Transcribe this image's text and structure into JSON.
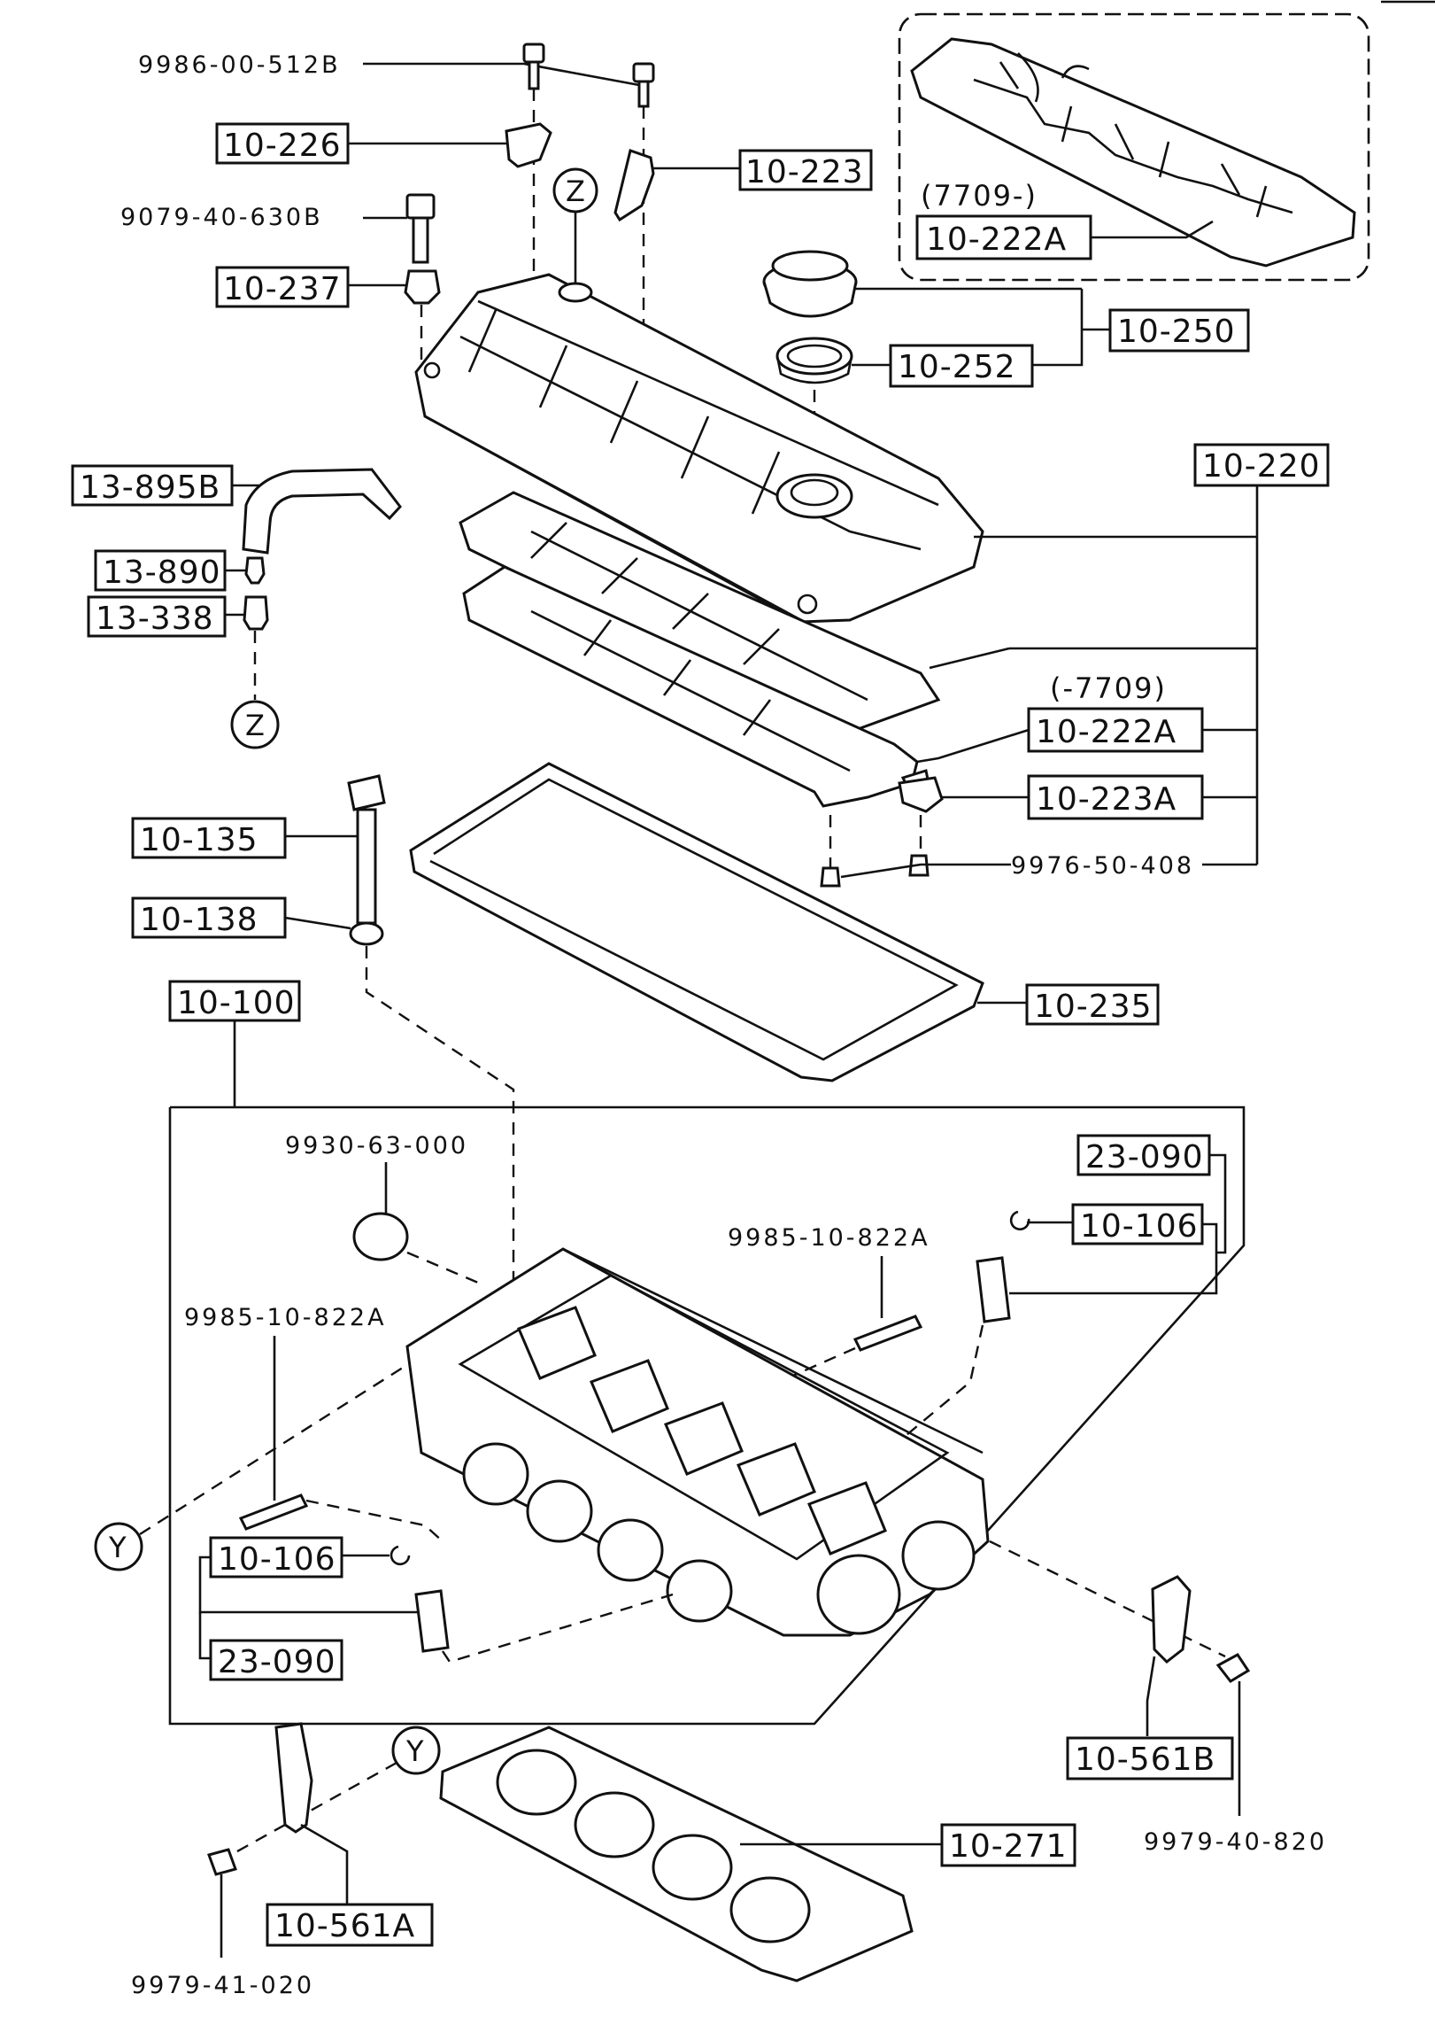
{
  "labels": {
    "bolt_top": "9986-00-512B",
    "bracket_left": "10-226",
    "bracket_right": "10-223",
    "bolt_plug": "9079-40-630B",
    "plug": "10-237",
    "inset_suffix": "(7709-)",
    "inset_part": "10-222A",
    "oil_cap_group": "10-250",
    "oil_cap_seal": "10-252",
    "breather_hose": "13-895B",
    "pcv_valve": "13-890",
    "grommet": "13-338",
    "cover_group": "10-220",
    "baffle_suffix": "(-7709)",
    "baffle": "10-222A",
    "baffle_plate": "10-223A",
    "baffle_bolt": "9976-50-408",
    "head_bolt": "10-135",
    "washer": "10-138",
    "cover_gasket": "10-235",
    "head_assembly": "10-100",
    "plug_seal": "9930-63-000",
    "lifter_group_right": "23-090",
    "clip_right": "10-106",
    "stud_right": "9985-10-822A",
    "stud_left": "9985-10-822A",
    "clip_left": "10-106",
    "lifter_group_left": "23-090",
    "hanger_right": "10-561B",
    "hanger_right_bolt": "9979-40-820",
    "head_gasket": "10-271",
    "hanger_left": "10-561A",
    "hanger_left_bolt": "9979-41-020",
    "ref_z_top": "Z",
    "ref_z_bottom": "Z",
    "ref_y_left": "Y",
    "ref_y_bottom": "Y"
  }
}
